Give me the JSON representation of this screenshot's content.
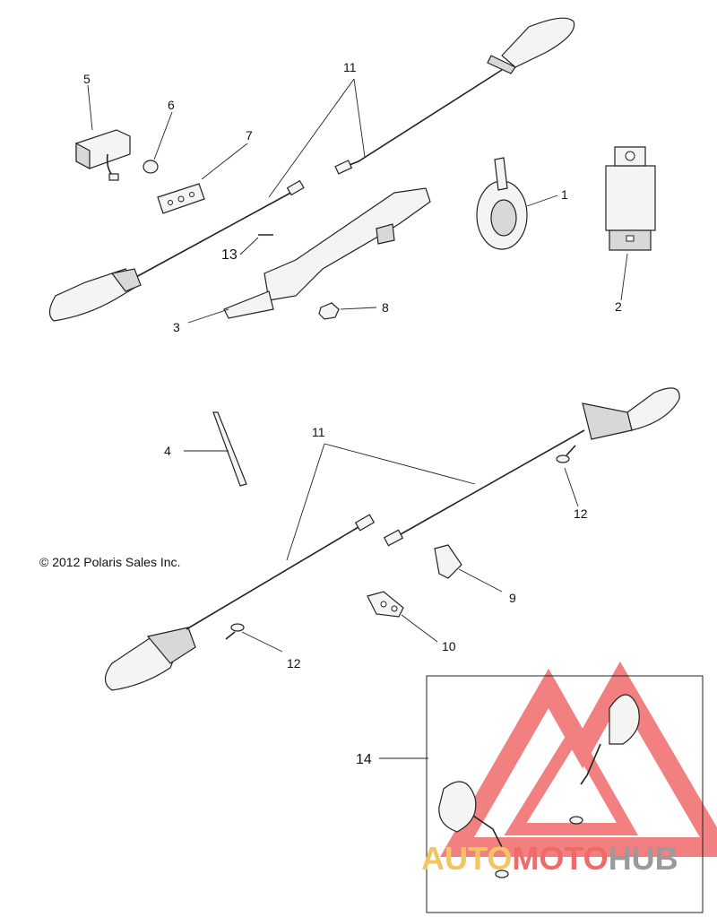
{
  "callouts": {
    "c1": "1",
    "c2": "2",
    "c3": "3",
    "c4": "4",
    "c5": "5",
    "c6": "6",
    "c7": "7",
    "c8": "8",
    "c9": "9",
    "c10": "10",
    "c11a": "11",
    "c11b": "11",
    "c12a": "12",
    "c12b": "12",
    "c13": "13",
    "c14": "14"
  },
  "copyright": "© 2012 Polaris Sales Inc.",
  "watermark": {
    "part1": "AUTO",
    "part2": "MOTO",
    "part3": "HUB"
  },
  "colors": {
    "watermark_red": "#f06a6a",
    "watermark_yellow": "#f4c463",
    "watermark_gray": "#9a9a9a"
  }
}
